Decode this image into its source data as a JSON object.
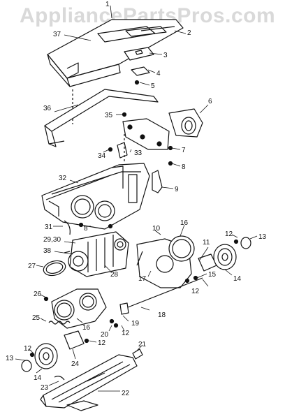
{
  "watermark": "AppliancePartsPros.com",
  "callouts": [
    "1",
    "37",
    "2",
    "3",
    "4",
    "5",
    "36",
    "6",
    "35",
    "7",
    "34",
    "33",
    "8",
    "32",
    "9",
    "31",
    "8",
    "10",
    "16",
    "12",
    "13",
    "29,30",
    "38",
    "11",
    "27",
    "28",
    "17",
    "15",
    "14",
    "26",
    "12",
    "18",
    "25",
    "16",
    "19",
    "20",
    "12",
    "12",
    "21",
    "12",
    "13",
    "24",
    "14",
    "22",
    "23"
  ]
}
